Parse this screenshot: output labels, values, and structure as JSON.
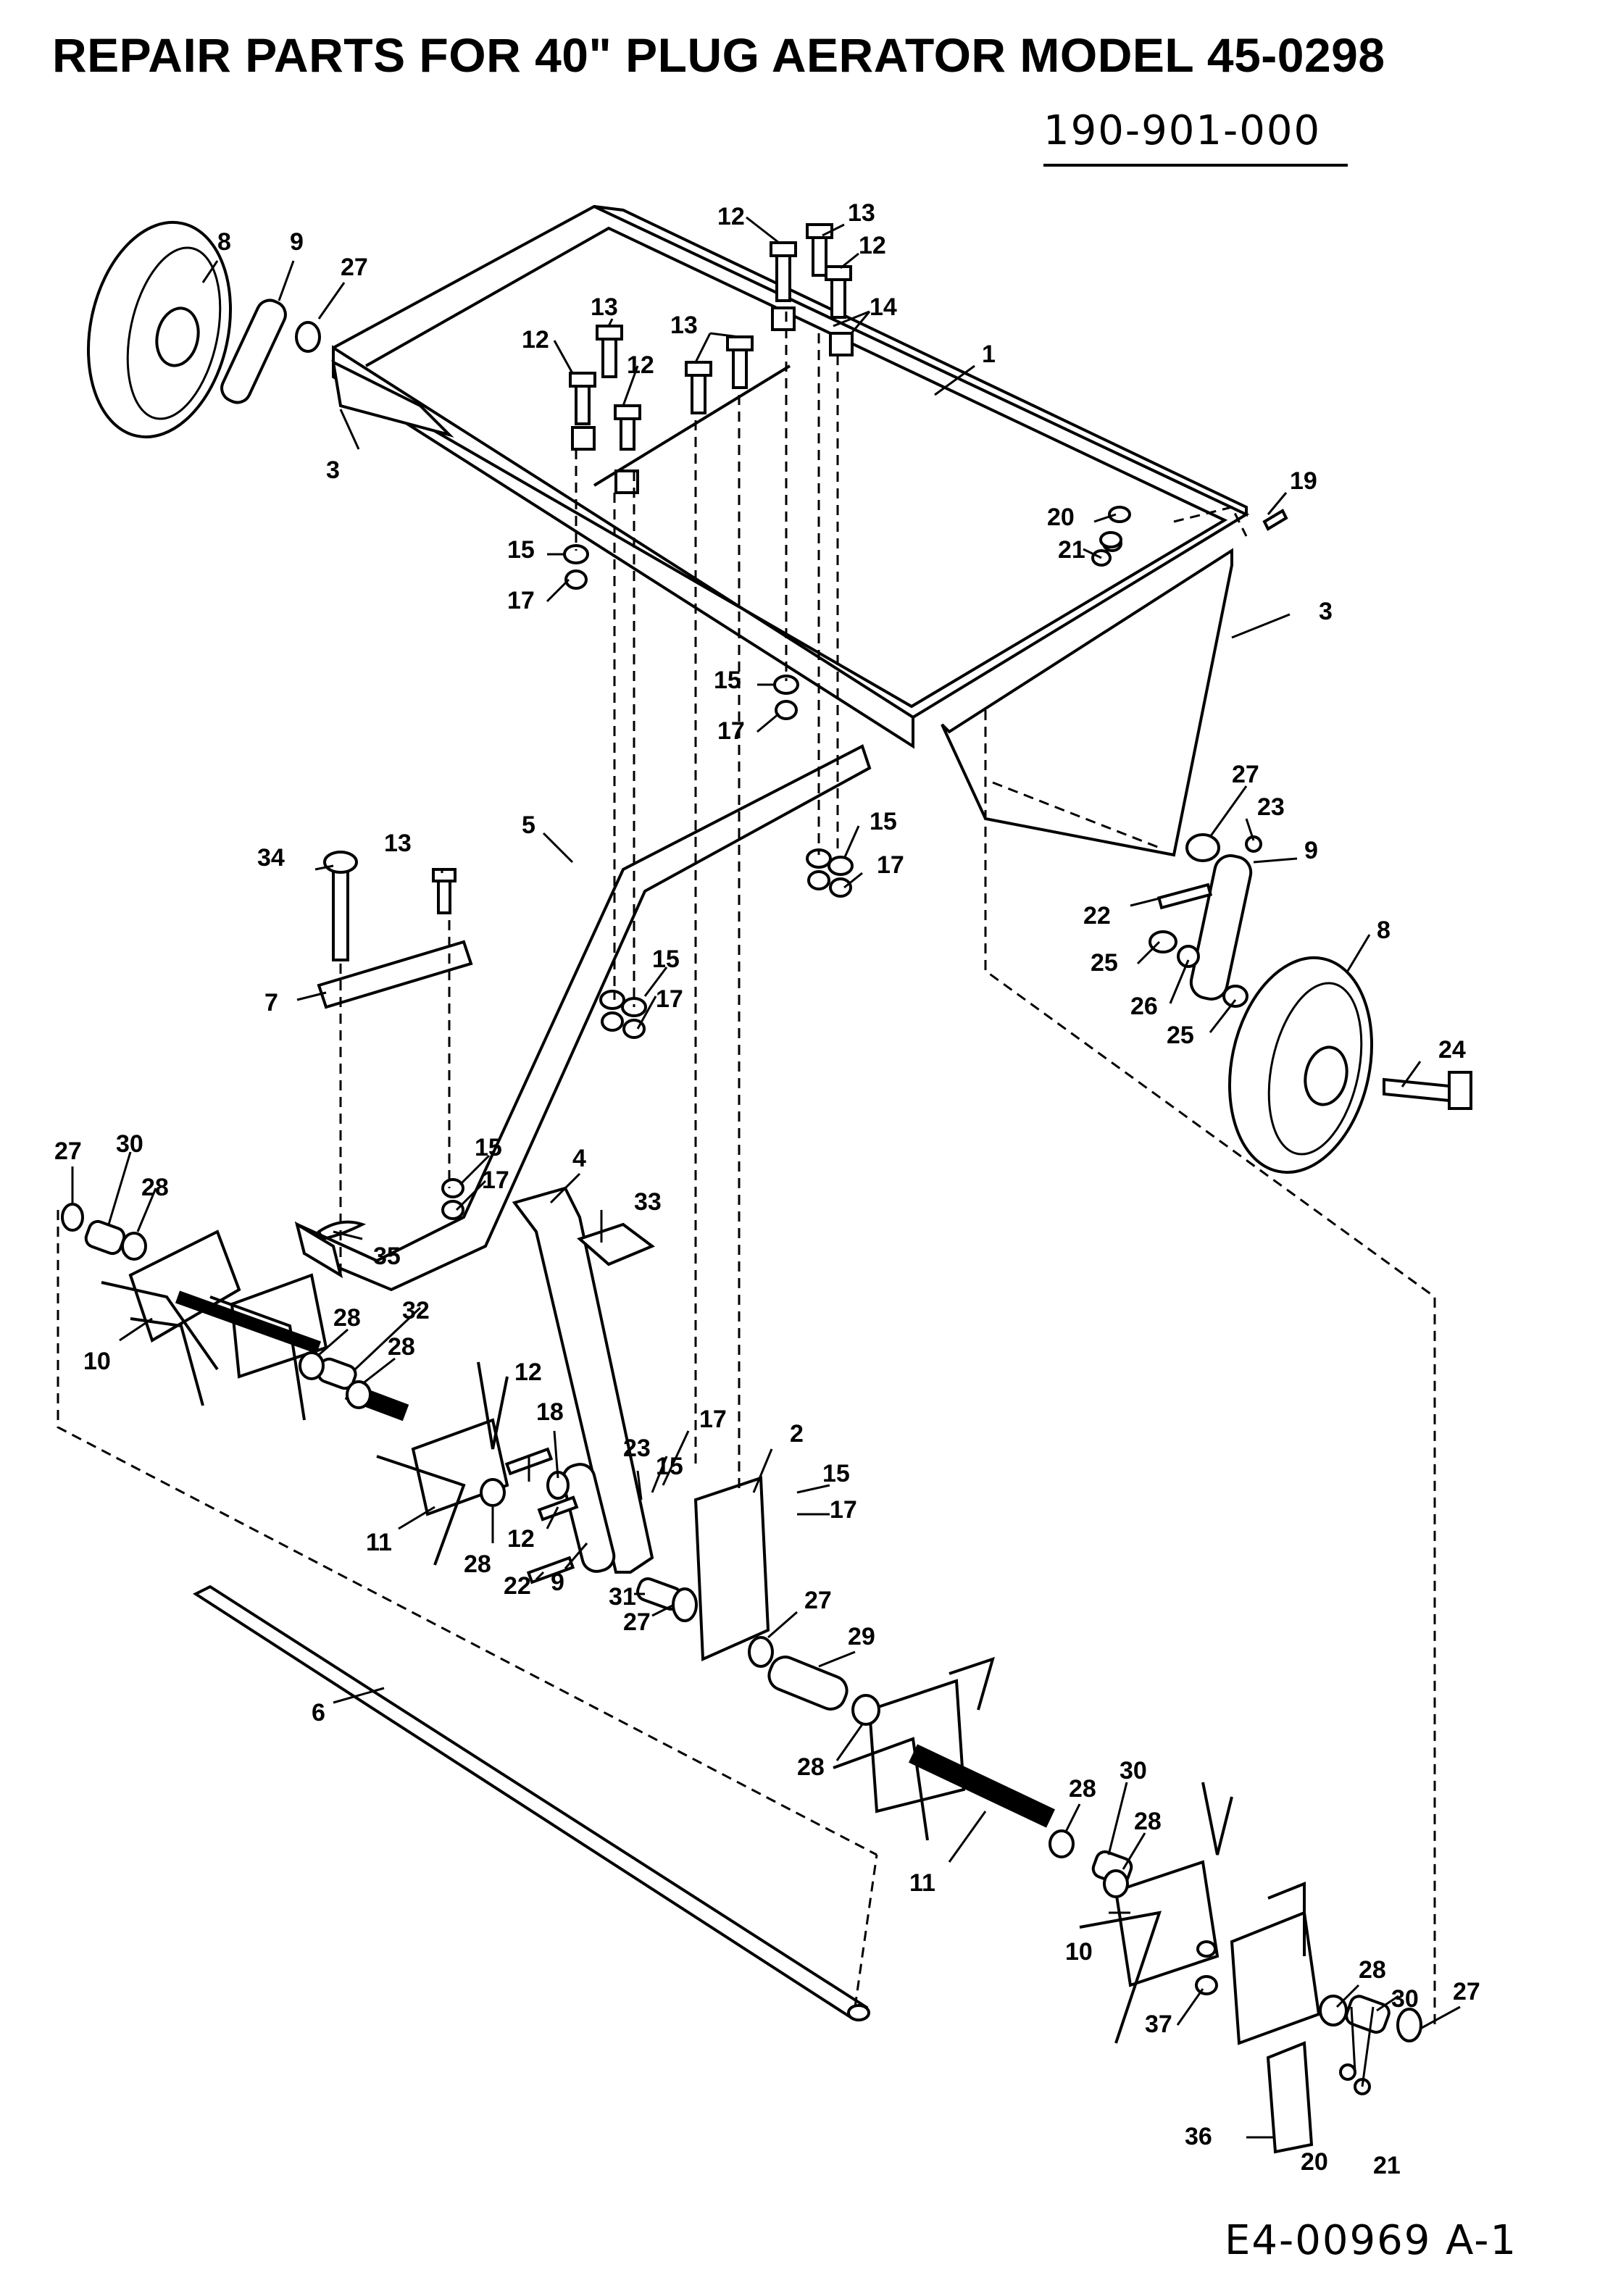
{
  "title": "REPAIR PARTS FOR 40\" PLUG AERATOR  MODEL 45-0298",
  "part_number": "190-901-000",
  "drawing_number": "E4-00969 A-1",
  "callouts": {
    "c1": "1",
    "c2": "2",
    "c3a": "3",
    "c3b": "3",
    "c4": "4",
    "c5": "5",
    "c6": "6",
    "c7": "7",
    "c8a": "8",
    "c8b": "8",
    "c9a": "9",
    "c9b": "9",
    "c9c": "9",
    "c10a": "10",
    "c10b": "10",
    "c11a": "11",
    "c11b": "11",
    "c12a": "12",
    "c12b": "12",
    "c12c": "12",
    "c12d": "12",
    "c12e": "12",
    "c12f": "12",
    "c13a": "13",
    "c13b": "13",
    "c13c": "13",
    "c13d": "13",
    "c14": "14",
    "c15a": "15",
    "c15b": "15",
    "c15c": "15",
    "c15d": "15",
    "c15e": "15",
    "c15f": "15",
    "c15g": "15",
    "c17a": "17",
    "c17b": "17",
    "c17c": "17",
    "c17d": "17",
    "c17e": "17",
    "c17f": "17",
    "c17g": "17",
    "c18": "18",
    "c19": "19",
    "c20a": "20",
    "c20b": "20",
    "c21a": "21",
    "c21b": "21",
    "c22a": "22",
    "c22b": "22",
    "c23a": "23",
    "c23b": "23",
    "c24": "24",
    "c25a": "25",
    "c25b": "25",
    "c26": "26",
    "c27a": "27",
    "c27b": "27",
    "c27c": "27",
    "c27d": "27",
    "c27e": "27",
    "c27f": "27",
    "c28a": "28",
    "c28b": "28",
    "c28c": "28",
    "c28d": "28",
    "c28e": "28",
    "c28f": "28",
    "c28g": "28",
    "c28h": "28",
    "c29": "29",
    "c30a": "30",
    "c30b": "30",
    "c30c": "30",
    "c31": "31",
    "c32": "32",
    "c33": "33",
    "c34": "34",
    "c35": "35",
    "c36": "36",
    "c37": "37"
  }
}
